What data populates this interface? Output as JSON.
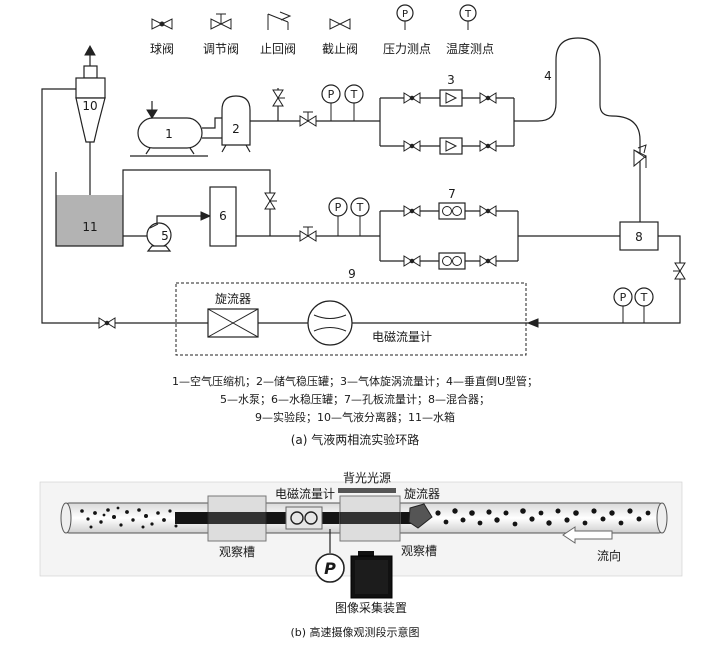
{
  "legend": {
    "ball_valve": "球阀",
    "regulating_valve": "调节阀",
    "check_valve": "止回阀",
    "stop_valve": "截止阀",
    "pressure_point": "压力测点",
    "temperature_point": "温度测点",
    "p_symbol": "P",
    "t_symbol": "T"
  },
  "loop": {
    "labels": {
      "n1": "1",
      "n2": "2",
      "n3": "3",
      "n4": "4",
      "n5": "5",
      "n6": "6",
      "n7": "7",
      "n8": "8",
      "n9": "9",
      "n10": "10",
      "n11": "11"
    },
    "swirl_meter": "旋流器",
    "em_meter": "电磁流量计"
  },
  "caption": {
    "line1": "1—空气压缩机；2—储气稳压罐；3—气体旋涡流量计；4—垂直倒U型管；",
    "line2": "5—水泵；6—水稳压罐；7—孔板流量计；8—混合器；",
    "line3": "9—实验段；10—气液分离器；11—水箱",
    "a": "(a)  气液两相流实验环路"
  },
  "photo": {
    "backlight": "背光光源",
    "em_meter": "电磁流量计",
    "swirl": "旋流器",
    "obs_left": "观察槽",
    "obs_right": "观察槽",
    "flow_dir": "流向",
    "camera": "图像采集装置",
    "p_symbol": "P",
    "b": "(b) 高速摄像观测段示意图"
  }
}
